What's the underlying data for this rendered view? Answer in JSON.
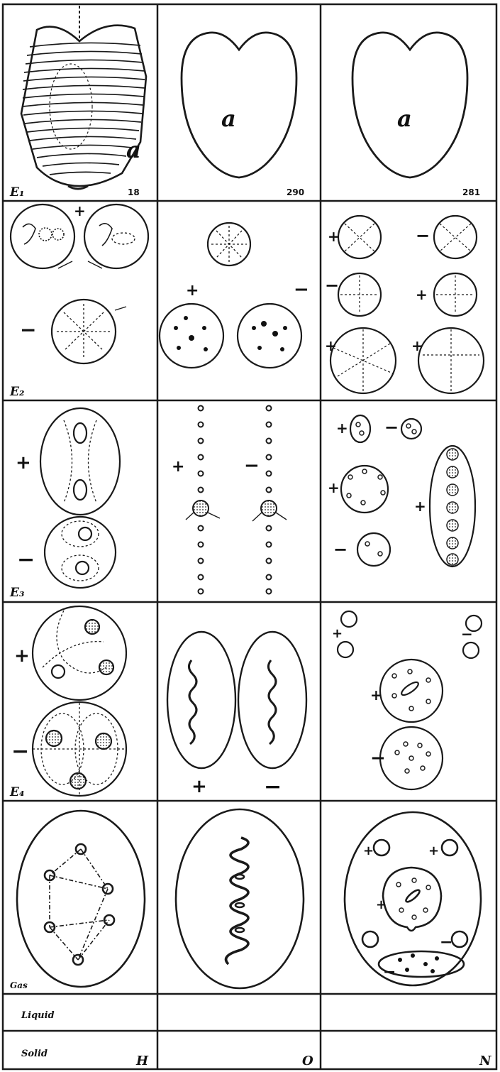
{
  "grid": {
    "rows": [
      {
        "label": "E₁",
        "cells": [
          {
            "main_letter": "a",
            "number": "18"
          },
          {
            "main_letter": "a",
            "number": "290"
          },
          {
            "main_letter": "a",
            "number": "281"
          }
        ]
      },
      {
        "label": "E₂",
        "cells": [
          {},
          {},
          {}
        ]
      },
      {
        "label": "E₃",
        "cells": [
          {},
          {},
          {}
        ]
      },
      {
        "label": "E₄",
        "cells": [
          {},
          {},
          {}
        ]
      },
      {
        "label": "Gas",
        "cells": [
          {},
          {},
          {}
        ]
      },
      {
        "label": "Liquid",
        "cells": [
          {},
          {},
          {}
        ]
      },
      {
        "label": "Solid",
        "cells": [
          {
            "column_letter": "H"
          },
          {
            "column_letter": "O"
          },
          {
            "column_letter": "N"
          }
        ]
      }
    ]
  },
  "signs": {
    "plus": "+",
    "minus": "−"
  }
}
